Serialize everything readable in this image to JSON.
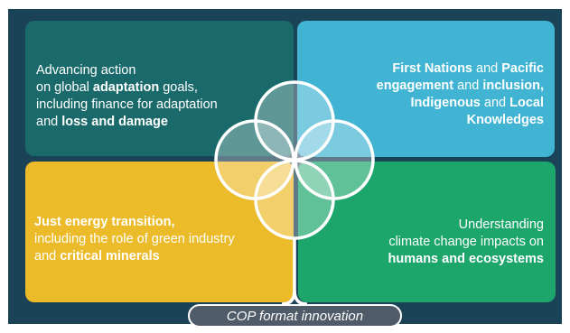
{
  "panels": {
    "top_left": {
      "color": "#1a6a6b",
      "lines": [
        [
          {
            "text": "Advancing action",
            "bold": false
          }
        ],
        [
          {
            "text": "on global ",
            "bold": false
          },
          {
            "text": "adaptation",
            "bold": true
          },
          {
            "text": " goals,",
            "bold": false
          }
        ],
        [
          {
            "text": "including finance for adaptation",
            "bold": false
          }
        ],
        [
          {
            "text": "and ",
            "bold": false
          },
          {
            "text": "loss and damage",
            "bold": true
          }
        ]
      ]
    },
    "top_right": {
      "color": "#41b4d3",
      "lines": [
        [
          {
            "text": "First Nations",
            "bold": true
          },
          {
            "text": " and ",
            "bold": false
          },
          {
            "text": "Pacific",
            "bold": true
          }
        ],
        [
          {
            "text": "engagement",
            "bold": true
          },
          {
            "text": " and ",
            "bold": false
          },
          {
            "text": "inclusion,",
            "bold": true
          }
        ],
        [
          {
            "text": "Indigenous",
            "bold": true
          },
          {
            "text": " and ",
            "bold": false
          },
          {
            "text": "Local",
            "bold": true
          }
        ],
        [
          {
            "text": "Knowledges",
            "bold": true
          }
        ]
      ]
    },
    "bottom_left": {
      "color": "#ecbb2a",
      "lines": [
        [
          {
            "text": "Just energy transition,",
            "bold": true
          }
        ],
        [
          {
            "text": "including the role of green industry",
            "bold": false
          }
        ],
        [
          {
            "text": "and ",
            "bold": false
          },
          {
            "text": "critical minerals",
            "bold": true
          }
        ]
      ]
    },
    "bottom_right": {
      "color": "#1ca66c",
      "lines": [
        [
          {
            "text": "Understanding",
            "bold": false
          }
        ],
        [
          {
            "text": "climate change impacts on",
            "bold": false
          }
        ],
        [
          {
            "text": "humans and ecosystems",
            "bold": true
          }
        ]
      ]
    }
  },
  "footer": {
    "label": "COP format innovation"
  },
  "colors": {
    "frame": "#1b4358",
    "outline": "#ffffff",
    "pill": "#4f5b69"
  }
}
